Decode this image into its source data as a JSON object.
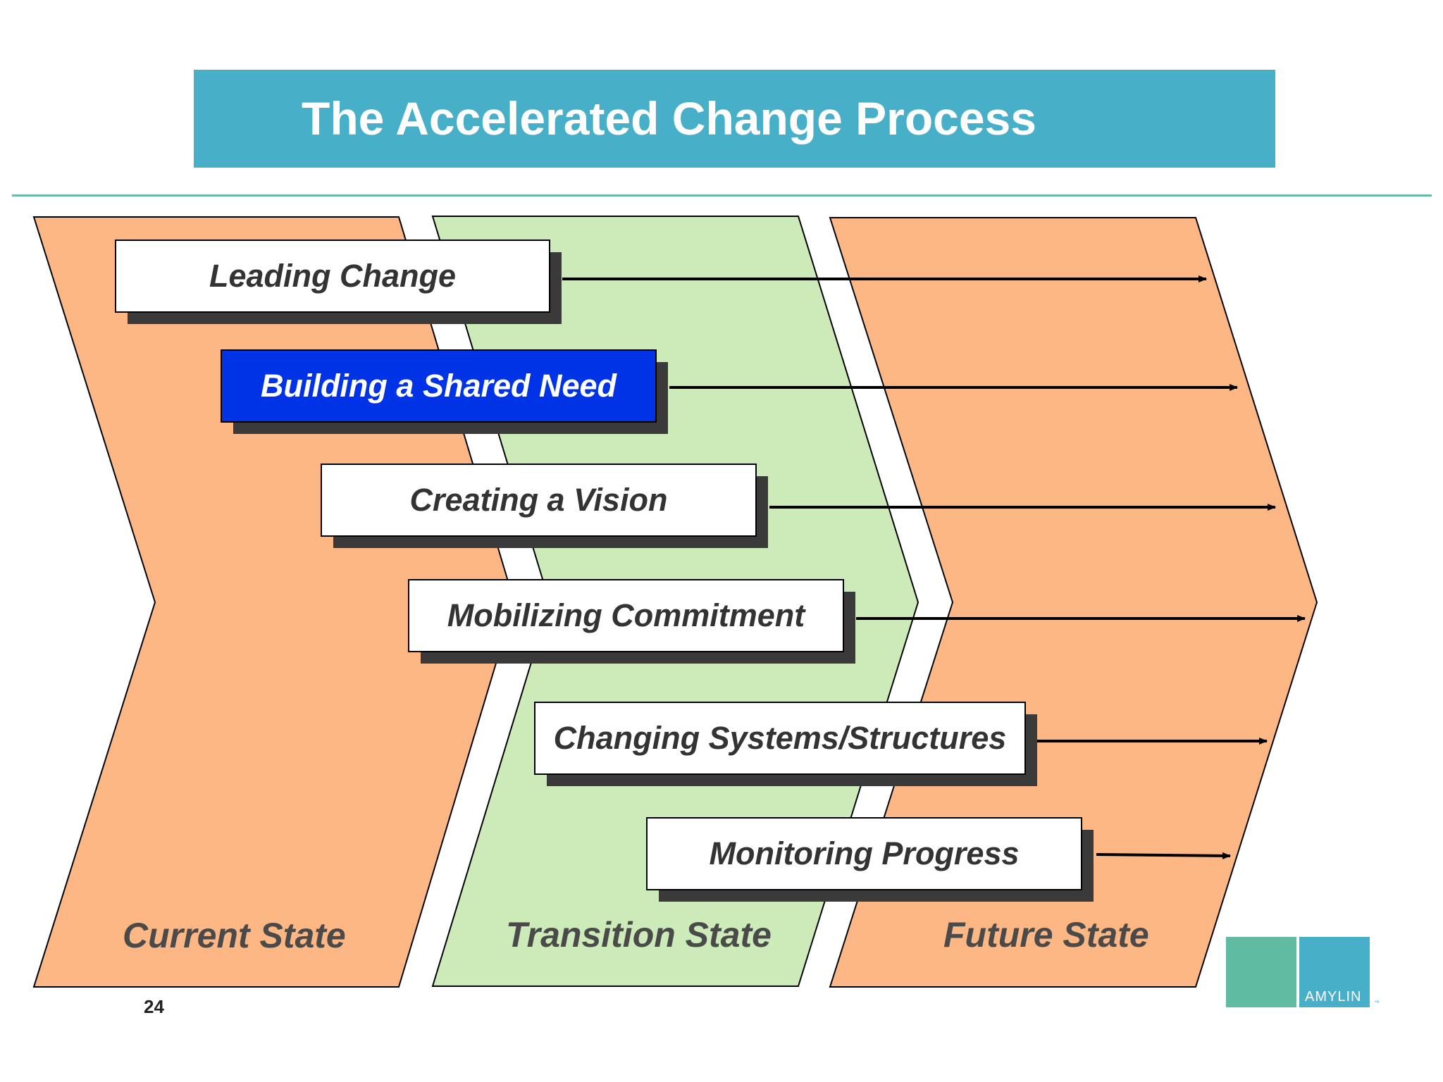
{
  "slide": {
    "title": "The Accelerated Change Process",
    "page_number": "24",
    "colors": {
      "title_bar": "#47afc8",
      "rule": "#66bda5",
      "current_state_fill": "#fdb784",
      "transition_state_fill": "#cdebb9",
      "future_state_fill": "#fdb784",
      "active_step_fill": "#0033e6",
      "arrow": "#000000"
    }
  },
  "states": [
    {
      "label": "Current State"
    },
    {
      "label": "Transition State"
    },
    {
      "label": "Future State"
    }
  ],
  "steps": [
    {
      "label": "Leading Change",
      "active": false
    },
    {
      "label": "Building a Shared Need",
      "active": true
    },
    {
      "label": "Creating a Vision",
      "active": false
    },
    {
      "label": "Mobilizing Commitment",
      "active": false
    },
    {
      "label": "Changing Systems/Structures",
      "active": false
    },
    {
      "label": "Monitoring Progress",
      "active": false
    }
  ],
  "logo": {
    "text": "AMYLIN",
    "trademark": "™",
    "colors": {
      "left": "#5fbca3",
      "right": "#47afc8"
    }
  }
}
